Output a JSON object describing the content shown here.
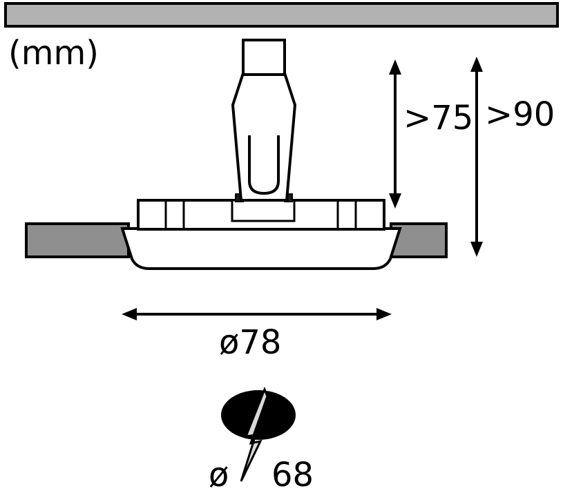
{
  "unit_label": "(mm)",
  "dimensions": {
    "min_recess_depth": ">75",
    "min_install_depth": ">90",
    "fixture_diameter": "ø78",
    "cutout_diameter_symbol": "ø",
    "cutout_diameter_value": "68"
  },
  "icons": {
    "bolt": "lightning-bolt-icon",
    "cutout": "cutout-ellipse-icon"
  },
  "colors": {
    "ceiling_panel": "#b2b2b2",
    "ceiling_section": "#8f8f8f",
    "outline": "#000000",
    "shape_fill": "#ffffff",
    "bolt_fill": "#d9d9d9",
    "icon_black": "#000000",
    "tab_fill": "#1a1a1a"
  }
}
